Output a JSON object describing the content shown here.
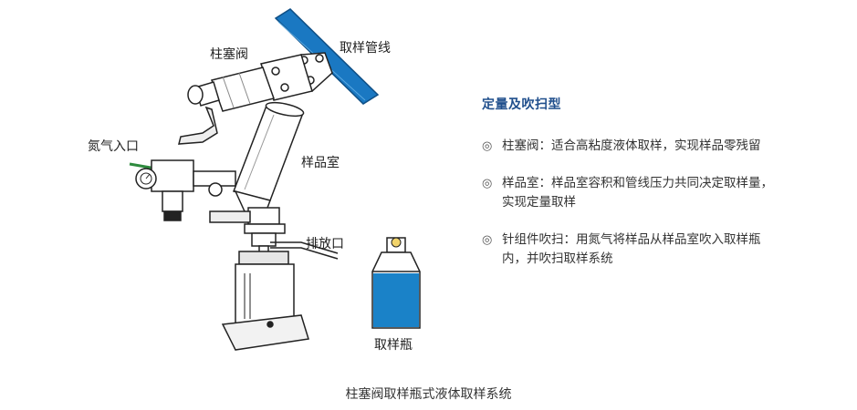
{
  "labels": {
    "plunger_valve": "柱塞阀",
    "sampling_line": "取样管线",
    "nitrogen_inlet": "氮气入口",
    "sample_chamber": "样品室",
    "discharge_port": "排放口",
    "sample_bottle": "取样瓶"
  },
  "info": {
    "title": "定量及吹扫型",
    "features": [
      {
        "bullet": "◎",
        "text": "柱塞阀：适合高粘度液体取样，实现样品零残留"
      },
      {
        "bullet": "◎",
        "text": "样品室：样品室容积和管线压力共同决定取样量，实现定量取样"
      },
      {
        "bullet": "◎",
        "text": "针组件吹扫：用氮气将样品从样品室吹入取样瓶内，并吹扫取样系统"
      }
    ]
  },
  "caption": "柱塞阀取样瓶式液体取样系统",
  "colors": {
    "pipe": "#1a78c2",
    "liquid": "#1a82c8",
    "title": "#1f4e8c",
    "gas_line": "#2e8b3e",
    "cap": "#f1d36a"
  }
}
